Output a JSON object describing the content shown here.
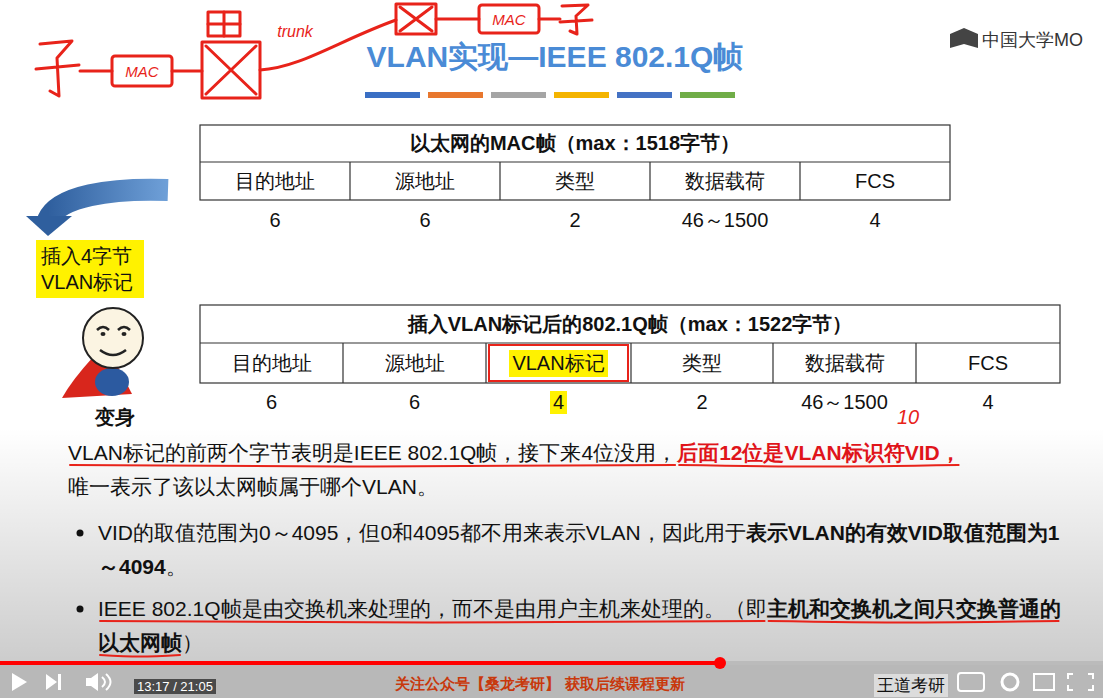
{
  "diagram": {
    "title": "VLAN实现—IEEE 802.1Q帧",
    "nodes": [
      {
        "text": [
          "插入4字节 VLAN标记"
        ]
      }
    ],
    "labels": [
      "中国大学MO",
      "MAC",
      "trunk",
      "MAC",
      "以太网的MAC帧（max：1518字节）",
      "目的地址",
      "源地址",
      "类型",
      "数据载荷",
      "FCS",
      "6",
      "6",
      "2",
      "46～1500",
      "4",
      "插入VLAN标记后的802.1Q帧（max：1522字节）",
      "目的地址",
      "源地址",
      "VLAN标记",
      "类型",
      "数据载荷",
      "FCS",
      "6",
      "6",
      "4",
      "2",
      "46～1500",
      "4",
      "10",
      "变身",
      "VLAN标记的前两个字节表明是IEEE 802.1Q帧，接下来4位没用，",
      "后面12位是VLAN标识符VID，",
      "唯一表示了该以太网帧属于哪个VLAN。",
      "VID的取值范围为0～4095，但0和4095都不用来表示VLAN，因此用于",
      "表示VLAN的有效VID取值范围为1～4094",
      "。",
      "IEEE 802.1Q帧是由交换机来处理的，而不是由用户主机来处理的。（即",
      "主机和交换机之间只交换普通的以太网帧",
      "）",
      "13:17 / 21:05",
      "关注公众号【桑龙考研】 获取后续课程更新",
      "王道考研"
    ]
  }
}
